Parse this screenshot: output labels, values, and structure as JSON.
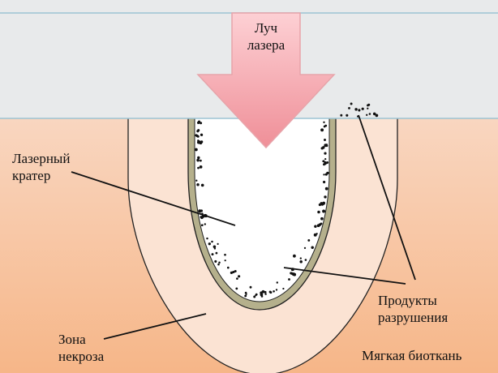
{
  "labels": {
    "beam_line1": "Луч",
    "beam_line2": "лазера",
    "crater_line1": "Лазерный",
    "crater_line2": "кратер",
    "products_line1": "Продукты",
    "products_line2": "разрушения",
    "necrosis_line1": "Зона",
    "necrosis_line2": "некроза",
    "soft_tissue": "Мягкая биоткань"
  },
  "colors": {
    "top_band": "#e8eaeb",
    "top_band_edge": "#9cc3d3",
    "tissue_top": "#f9d6c0",
    "tissue_bottom": "#f6b688",
    "necrosis_zone": "#fbe3d3",
    "crater_wall": "#b5b08c",
    "crater_inner": "#ffffff",
    "arrow_fill_top": "#fdd0d4",
    "arrow_fill_bottom": "#ef8f98",
    "arrow_stroke": "#e7a4aa",
    "line": "#111111"
  },
  "icons": {
    "beam": "laser-beam-arrow",
    "debris": "debris-particles"
  }
}
